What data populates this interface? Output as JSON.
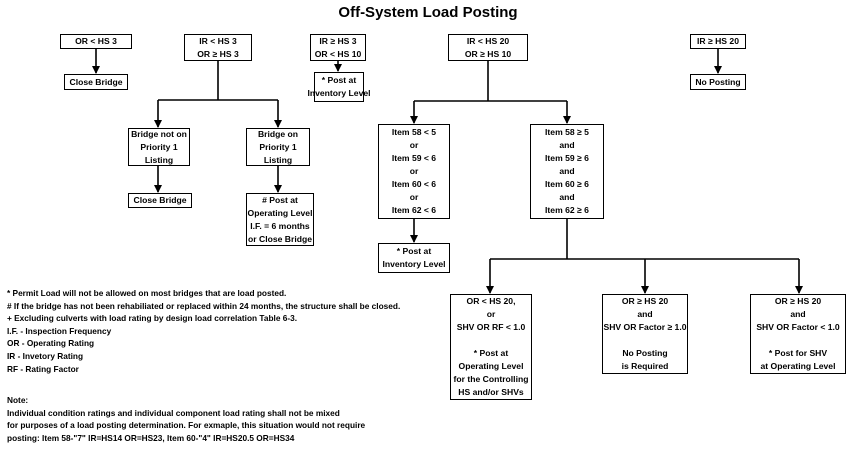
{
  "title": "Off-System Load Posting",
  "boxes": {
    "or_lt_hs3": [
      "OR < HS 3"
    ],
    "close_bridge_top": [
      "Close Bridge"
    ],
    "ir_ge_hs3": [
      "IR < HS 3",
      "OR ≥ HS 3"
    ],
    "ir_ge_hs3_or_lt_hs10": [
      "IR ≥ HS 3",
      "OR < HS 10"
    ],
    "post_inventory_top": [
      "* Post at",
      "Inventory Level"
    ],
    "ir_lt_hs20": [
      "IR < HS 20",
      "OR ≥ HS 10"
    ],
    "ir_ge_hs20": [
      "IR ≥ HS 20"
    ],
    "no_posting_top": [
      "No Posting"
    ],
    "not_priority": [
      "Bridge not on",
      "Priority 1",
      "Listing"
    ],
    "on_priority": [
      "Bridge on",
      "Priority 1",
      "Listing"
    ],
    "close_bridge_mid": [
      "Close Bridge"
    ],
    "post_operating_level": [
      "# Post at",
      "Operating Level",
      "I.F. = 6 months",
      "or Close Bridge"
    ],
    "items_lt": [
      "Item 58 < 5",
      "or",
      "Item 59 < 6",
      "or",
      "Item 60 < 6",
      "or",
      "Item 62 < 6"
    ],
    "items_ge": [
      "Item 58 ≥ 5",
      "and",
      "Item 59 ≥ 6",
      "and",
      "Item 60 ≥ 6",
      "and",
      "Item 62 ≥ 6"
    ],
    "post_inventory_mid": [
      "* Post at",
      "Inventory Level"
    ],
    "shv_rf": [
      "OR < HS 20,",
      "or",
      "SHV OR RF < 1.0",
      "",
      "* Post at",
      "Operating Level",
      "for the Controlling",
      "HS and/or SHVs"
    ],
    "shv_factor_ge": [
      "OR ≥ HS 20",
      "and",
      "SHV OR Factor ≥ 1.0",
      "",
      "No Posting",
      "is Required"
    ],
    "shv_factor_lt": [
      "OR ≥ HS 20",
      "and",
      "SHV OR Factor < 1.0",
      "",
      "* Post for SHV",
      "at Operating Level"
    ]
  },
  "legend": [
    "* Permit Load will not be allowed on most bridges that are load posted.",
    "# If the bridge has not been rehabiliated or replaced within 24 months, the structure shall be closed.",
    "+ Excluding culverts with load rating by design load correlation Table 6-3.",
    "I.F. - Inspection Frequency",
    "OR - Operating Rating",
    "IR - Invetory Rating",
    "RF - Rating Factor"
  ],
  "note": [
    "Note:",
    "Individual condition ratings and individual component load rating shall not be mixed",
    "for purposes of a load posting determination. For exmaple, this situation would not require",
    "posting: Item 58-\"7\" IR=HS14 OR=HS23, Item 60-\"4\" IR=HS20.5 OR=HS34"
  ]
}
